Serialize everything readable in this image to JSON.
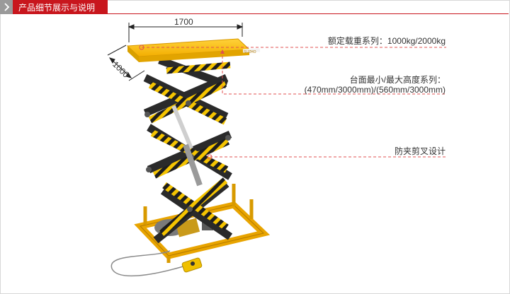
{
  "header": {
    "title": "产品细节展示与说明"
  },
  "dimensions": {
    "length": "1700",
    "width": "1000"
  },
  "callouts": {
    "capacity": "额定载重系列：1000kg/2000kg",
    "height_title": "台面最小/最大高度系列：",
    "height_values": "(470mm/3000mm)/(560mm/3000mm)",
    "scissor": "防夹剪叉设计"
  },
  "platform_brand": "SUZHO",
  "colors": {
    "accent": "#c8161d",
    "yellow": "#f5b800",
    "frame": "#2a2a2a",
    "dashed": "#e05050"
  }
}
